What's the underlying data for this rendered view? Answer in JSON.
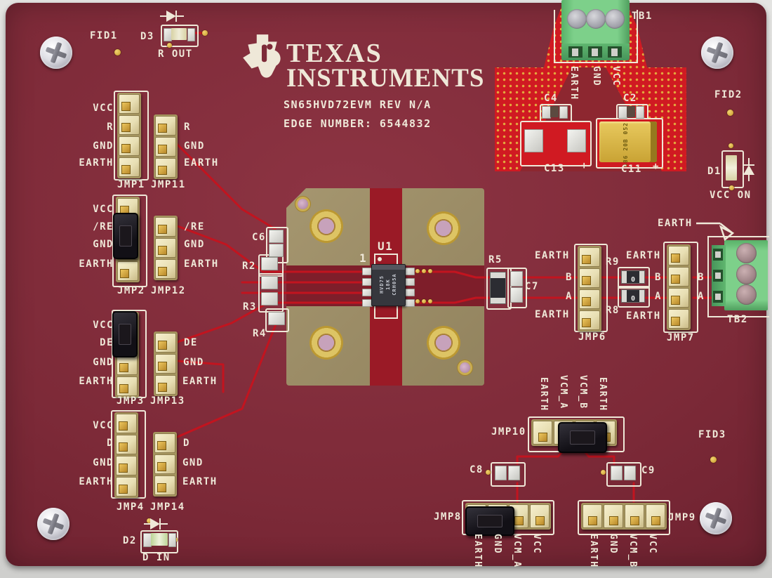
{
  "colors": {
    "board": "#7c2a37",
    "proto_red": "#d01a22",
    "trace_red": "#c2141f",
    "copper_tan": "#9e8f6b",
    "silkscreen": "#efe8d8",
    "header_cream": "#e8dfb4",
    "terminal_green": "#7dd08a",
    "gold": "#d2a53c"
  },
  "logo": {
    "brand_top": "TEXAS",
    "brand_bottom": "INSTRUMENTS"
  },
  "titles": {
    "model": "SN65HVD72EVM REV N/A",
    "edge_number": "EDGE NUMBER: 6544832"
  },
  "fiducials": {
    "fid1": "FID1",
    "fid2": "FID2",
    "fid3": "FID3"
  },
  "indicators": {
    "d3": {
      "ref": "D3",
      "label": "R OUT"
    },
    "d1": {
      "ref": "D1",
      "label": "VCC ON"
    },
    "d2": {
      "ref": "D2",
      "label": "D IN"
    }
  },
  "terminal_block_1": {
    "ref": "TB1",
    "pin_labels": [
      "EARTH",
      "GND",
      "VCC"
    ]
  },
  "terminal_block_2": {
    "ref": "TB2",
    "earth_arrow": "EARTH",
    "pin_b": "B",
    "pin_a": "A"
  },
  "ic": {
    "ref": "U1",
    "pin1": "1",
    "marking_l1": "HVD75",
    "marking_l2": "18K",
    "marking_l3": "CRH05A"
  },
  "capacitors": {
    "c2": "C2",
    "c4": "C4",
    "c6": "C6",
    "c7": "C7",
    "c8": "C8",
    "c9": "C9",
    "c11": "C11",
    "c11_polarity": "+",
    "c11_marking": "686 20B 052",
    "c13": "C13",
    "c13_polarity": "+"
  },
  "resistors": {
    "r2": "R2",
    "r3": "R3",
    "r4": "R4",
    "r5": "R5",
    "r8": "R8",
    "r8_value": "0",
    "r9": "R9",
    "r9_value": "0"
  },
  "jumpers": {
    "jmp1": {
      "ref": "JMP1",
      "pins": [
        "VCC",
        "R",
        "GND",
        "EARTH"
      ]
    },
    "jmp11": {
      "ref": "JMP11",
      "pins": [
        "R",
        "GND",
        "EARTH"
      ]
    },
    "jmp2": {
      "ref": "JMP2",
      "pins": [
        "VCC",
        "/RE",
        "GND",
        "EARTH"
      ]
    },
    "jmp12": {
      "ref": "JMP12",
      "pins": [
        "/RE",
        "GND",
        "EARTH"
      ]
    },
    "jmp3": {
      "ref": "JMP3",
      "pins": [
        "VCC",
        "DE",
        "GND",
        "EARTH"
      ]
    },
    "jmp13": {
      "ref": "JMP13",
      "pins": [
        "DE",
        "GND",
        "EARTH"
      ]
    },
    "jmp4": {
      "ref": "JMP4",
      "pins": [
        "VCC",
        "D",
        "GND",
        "EARTH"
      ]
    },
    "jmp14": {
      "ref": "JMP14",
      "pins": [
        "D",
        "GND",
        "EARTH"
      ]
    },
    "jmp6": {
      "ref": "JMP6",
      "pins": [
        "EARTH",
        "B",
        "A",
        "EARTH"
      ]
    },
    "jmp7": {
      "ref": "JMP7",
      "pins": [
        "EARTH",
        "B",
        "A",
        "EARTH"
      ]
    },
    "jmp8": {
      "ref": "JMP8",
      "pins": [
        "EARTH",
        "GND",
        "VCM_A",
        "VCC"
      ]
    },
    "jmp9": {
      "ref": "JMP9",
      "pins": [
        "EARTH",
        "GND",
        "VCM_B",
        "VCC"
      ]
    },
    "jmp10": {
      "ref": "JMP10",
      "pins": [
        "EARTH",
        "VCM_A",
        "VCM_B",
        "EARTH"
      ]
    }
  }
}
